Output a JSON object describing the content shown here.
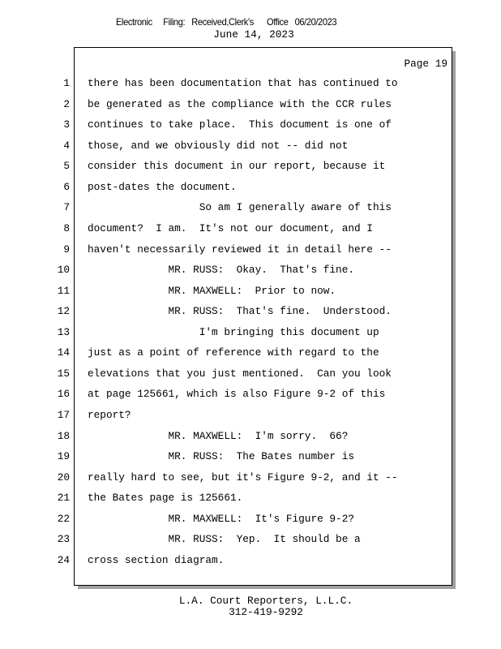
{
  "stamp": "Electronic     Filing:   Received,Clerk's      Office   06/20/2023",
  "date": "June 14, 2023",
  "page_label": "Page 19",
  "lines": [
    {
      "n": "1",
      "t": "there has been documentation that has continued to"
    },
    {
      "n": "2",
      "t": "be generated as the compliance with the CCR rules"
    },
    {
      "n": "3",
      "t": "continues to take place.  This document is one of"
    },
    {
      "n": "4",
      "t": "those, and we obviously did not -- did not"
    },
    {
      "n": "5",
      "t": "consider this document in our report, because it"
    },
    {
      "n": "6",
      "t": "post-dates the document."
    },
    {
      "n": "7",
      "t": "                  So am I generally aware of this"
    },
    {
      "n": "8",
      "t": "document?  I am.  It's not our document, and I"
    },
    {
      "n": "9",
      "t": "haven't necessarily reviewed it in detail here --"
    },
    {
      "n": "10",
      "t": "             MR. RUSS:  Okay.  That's fine."
    },
    {
      "n": "11",
      "t": "             MR. MAXWELL:  Prior to now."
    },
    {
      "n": "12",
      "t": "             MR. RUSS:  That's fine.  Understood."
    },
    {
      "n": "13",
      "t": "                  I'm bringing this document up"
    },
    {
      "n": "14",
      "t": "just as a point of reference with regard to the"
    },
    {
      "n": "15",
      "t": "elevations that you just mentioned.  Can you look"
    },
    {
      "n": "16",
      "t": "at page 125661, which is also Figure 9-2 of this"
    },
    {
      "n": "17",
      "t": "report?"
    },
    {
      "n": "18",
      "t": "             MR. MAXWELL:  I'm sorry.  66?"
    },
    {
      "n": "19",
      "t": "             MR. RUSS:  The Bates number is"
    },
    {
      "n": "20",
      "t": "really hard to see, but it's Figure 9-2, and it --"
    },
    {
      "n": "21",
      "t": "the Bates page is 125661."
    },
    {
      "n": "22",
      "t": "             MR. MAXWELL:  It's Figure 9-2?"
    },
    {
      "n": "23",
      "t": "             MR. RUSS:  Yep.  It should be a"
    },
    {
      "n": "24",
      "t": "cross section diagram."
    }
  ],
  "footer": {
    "company": "L.A. Court Reporters, L.L.C.",
    "phone": "312-419-9292"
  }
}
